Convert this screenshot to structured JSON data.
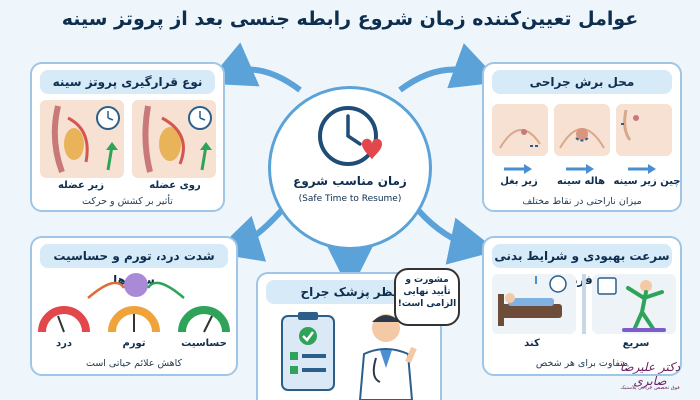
{
  "title": "عوامل تعیین‌کننده زمان شروع رابطه جنسی بعد از پروتز سینه",
  "center": {
    "label": "زمان مناسب شروع",
    "sublabel": "(Safe Time to Resume)"
  },
  "panels": {
    "implant_placement": {
      "title": "نوع قرارگیری پروتز سینه",
      "under_muscle": "زیر عضله",
      "over_muscle": "روی عضله",
      "caption": "تأثیر بر کشش و حرکت"
    },
    "incision_site": {
      "title": "محل برش جراحی",
      "underarm": "زیر بغل",
      "areola": "هاله سینه",
      "fold": "چین زیر سینه",
      "caption": "میزان ناراحتی در نقاط مختلف"
    },
    "pain_swelling": {
      "title": "شدت درد، تورم و حساسیت سینه‌ها",
      "pain": "درد",
      "swelling": "تورم",
      "sensitivity": "حساسیت",
      "caption": "کاهش علائم حیاتی است"
    },
    "surgeon_opinion": {
      "title": "نظر پزشک جراح",
      "bubble_line1": "مشورت و",
      "bubble_line2": "تأیید نهایی",
      "bubble_line3": "الزامی است!"
    },
    "recovery_speed": {
      "title": "سرعت بهبودی و شرایط بدنی فرد",
      "slow": "کند",
      "fast": "سریع",
      "caption": "متفاوت برای هر شخص"
    }
  },
  "signature": {
    "name": "دکتر علیرضا صابری",
    "subtitle": "فوق تخصص جراحی پلاستیک"
  },
  "colors": {
    "panel_border": "#9fc6e6",
    "header_bg": "#d7eaf8",
    "accent_blue": "#4a8fd0",
    "heart_red": "#e2474b",
    "check_green": "#2fa35a"
  }
}
